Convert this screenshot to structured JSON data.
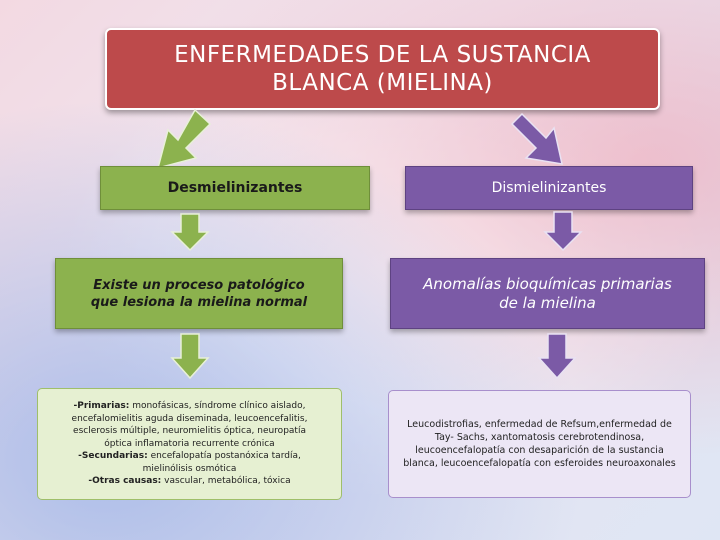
{
  "title": {
    "line1": "ENFERMEDADES DE LA SUSTANCIA",
    "line2": "BLANCA (MIELINA)"
  },
  "left": {
    "heading": "Desmielinizantes",
    "description": {
      "line1": "Existe un proceso patológico",
      "line2": "que lesiona la mielina normal"
    },
    "details": {
      "primarias_label": "-Primarias:",
      "primarias_line1": " monofásicas, síndrome clínico aislado,",
      "primarias_line2": "encefalomielitis aguda diseminada, leucoencefalitis,",
      "primarias_line3": "esclerosis múltiple, neuromielitis óptica, neuropatía",
      "primarias_line4": "óptica inflamatoria recurrente crónica",
      "secundarias_label": "-Secundarias:",
      "secundarias_line1": " encefalopatía postanóxica tardía,",
      "secundarias_line2": "mielinólisis osmótica",
      "otras_label": "-Otras causas:",
      "otras_line1": " vascular, metabólica, tóxica"
    }
  },
  "right": {
    "heading": "Dismielinizantes",
    "description": {
      "line1": "Anomalías bioquímicas primarias",
      "line2": "de la mielina"
    },
    "details": {
      "line1": "Leucodistrofias, enfermedad de Refsum,enfermedad de",
      "line2": "Tay- Sachs, xantomatosis cerebrotendinosa,",
      "line3": "leucoencefalopatía con desaparición de la sustancia",
      "line4": "blanca, leucoencefalopatía con esferoides neuroaxonales"
    }
  },
  "colors": {
    "title_box": "#bd4a4b",
    "green": "#8cb24e",
    "purple": "#7b5aa6",
    "green_light": "#e6f0d2",
    "purple_light": "#ece6f5"
  }
}
